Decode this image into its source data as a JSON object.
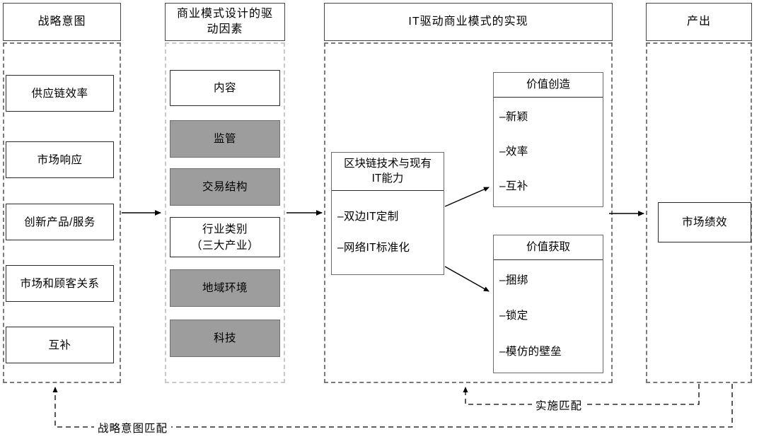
{
  "diagram": {
    "title_visible": false,
    "colors": {
      "box_fill_gray": "#9d9d9d",
      "box_border": "#2b2b2b",
      "dashed_container": "#7a7a7a",
      "dashed_container_light": "#c9c9c9",
      "background": "#ffffff"
    }
  },
  "columns": [
    {
      "id": "strategic-intent",
      "header": "战略意图",
      "items": [
        {
          "label": "供应链效率",
          "filled": false
        },
        {
          "label": "市场响应",
          "filled": false
        },
        {
          "label": "创新产品/服务",
          "filled": false
        },
        {
          "label": "市场和顾客关系",
          "filled": false
        },
        {
          "label": "互补",
          "filled": false
        }
      ]
    },
    {
      "id": "business-model-drivers",
      "header": "商业模式设计的驱动因素",
      "items": [
        {
          "label": "内容",
          "filled": false
        },
        {
          "label": "监管",
          "filled": true
        },
        {
          "label": "交易结构",
          "filled": true
        },
        {
          "label": "行业类别\n（三大产业）",
          "line1": "行业类别",
          "line2": "（三大产业）",
          "filled": false
        },
        {
          "label": "地域环境",
          "filled": true
        },
        {
          "label": "科技",
          "filled": true
        }
      ]
    },
    {
      "id": "it-enabled-business-model",
      "header": "IT驱动商业模式的实现",
      "panels": [
        {
          "id": "blockchain-it-capability",
          "head_line1": "区块链技术与现有",
          "head_line2": "IT能力",
          "items": [
            "–双边IT定制",
            "–网络IT标准化"
          ]
        },
        {
          "id": "value-creation",
          "head_line1": "价值创造",
          "head_line2": "",
          "items": [
            "–新颖",
            "–效率",
            "–互补"
          ]
        },
        {
          "id": "value-capture",
          "head_line1": "价值获取",
          "head_line2": "",
          "items": [
            "–捆绑",
            "–锁定",
            "–模仿的壁垒"
          ]
        }
      ]
    },
    {
      "id": "output",
      "header": "产出",
      "items": [
        {
          "label": "市场绩效",
          "filled": false
        }
      ]
    }
  ],
  "feedback_loops": [
    {
      "id": "implementation-match",
      "label": "实施匹配"
    },
    {
      "id": "strategic-intent-match",
      "label": "战略意图匹配"
    }
  ]
}
